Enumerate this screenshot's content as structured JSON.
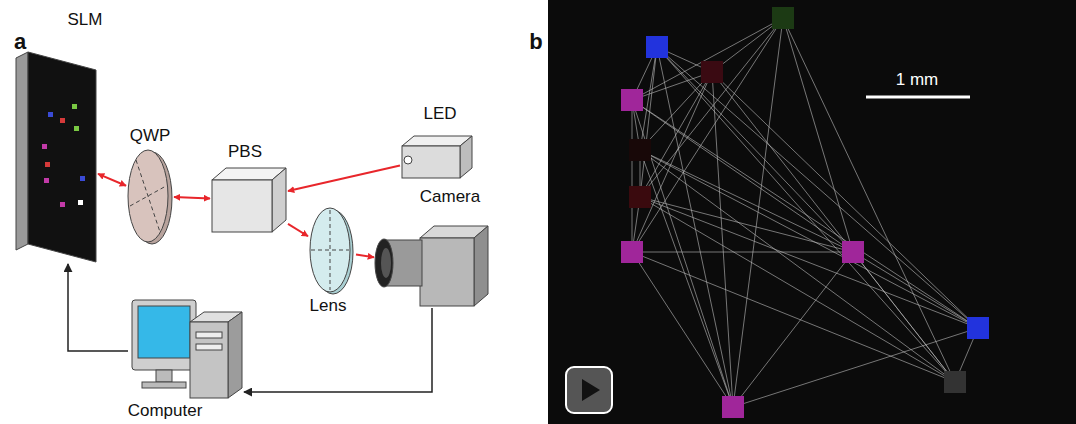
{
  "diagram": {
    "nodes": [
      {
        "text": [
          "SLM"
        ]
      },
      {
        "text": [
          "QWP"
        ]
      },
      {
        "text": [
          "PBS"
        ]
      },
      {
        "text": [
          "LED"
        ]
      },
      {
        "text": [
          "Lens"
        ]
      },
      {
        "text": [
          "Camera"
        ]
      },
      {
        "text": [
          "Computer"
        ]
      }
    ],
    "edges": [
      {
        "from": 0,
        "to": 1,
        "arrow": "both"
      },
      {
        "from": 1,
        "to": 2,
        "arrow": "both"
      },
      {
        "from": 3,
        "to": 2,
        "arrow": "to"
      },
      {
        "from": 2,
        "to": 4,
        "arrow": "to"
      },
      {
        "from": 4,
        "to": 5,
        "arrow": "to"
      },
      {
        "from": 6,
        "to": 0,
        "arrow": "to"
      },
      {
        "from": 5,
        "to": 6,
        "arrow": "to"
      }
    ],
    "labels": [
      "a",
      "b",
      "1 mm"
    ]
  }
}
